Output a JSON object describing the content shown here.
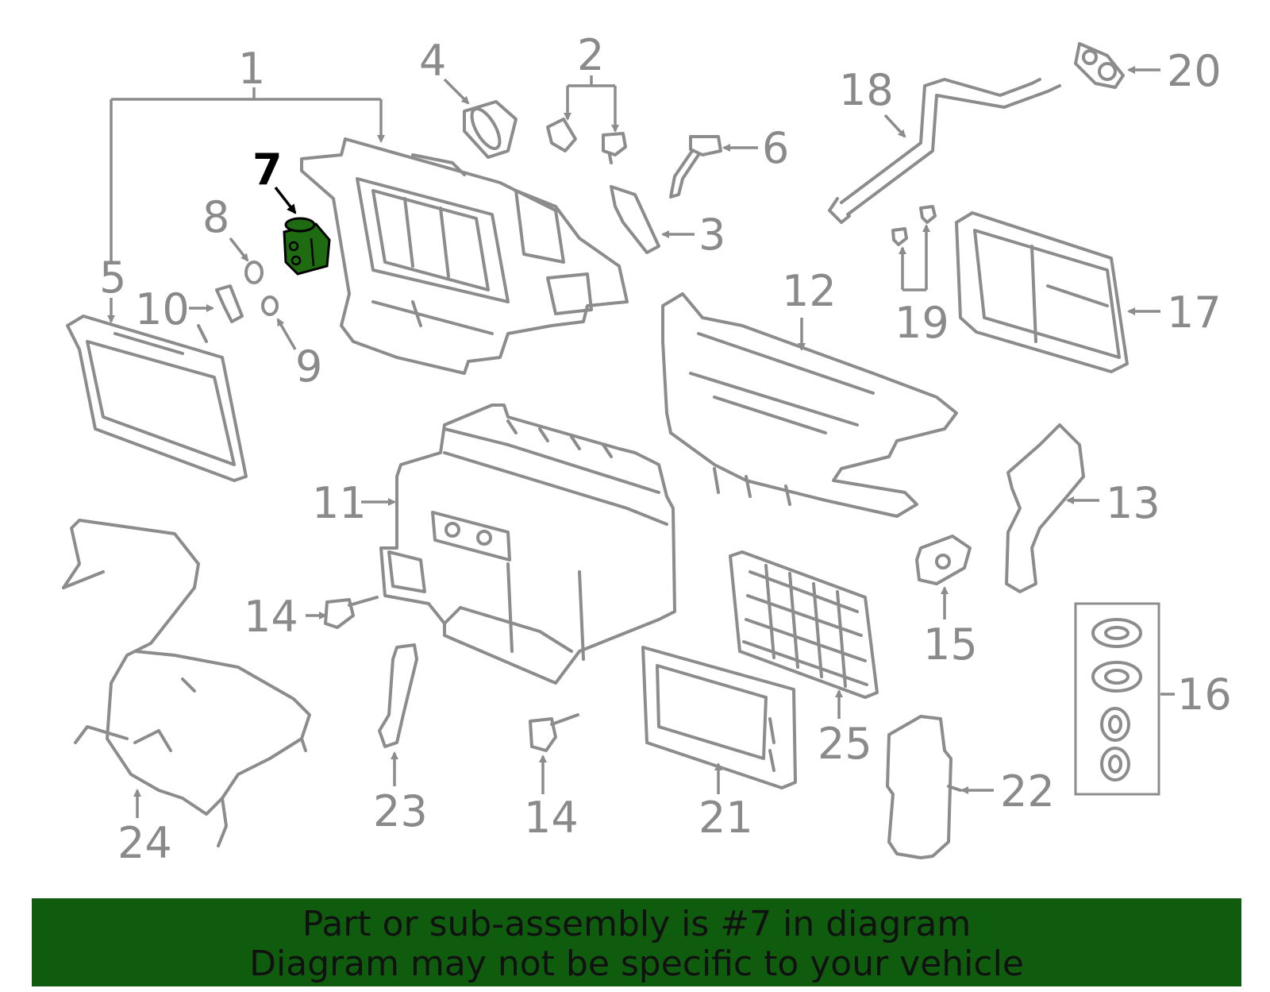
{
  "diagram": {
    "highlight_color": "#1e6b12",
    "callouts": [
      {
        "id": "c1",
        "label": "1"
      },
      {
        "id": "c2",
        "label": "2"
      },
      {
        "id": "c3",
        "label": "3"
      },
      {
        "id": "c4",
        "label": "4"
      },
      {
        "id": "c5",
        "label": "5"
      },
      {
        "id": "c6",
        "label": "6"
      },
      {
        "id": "c7",
        "label": "7",
        "highlighted": true
      },
      {
        "id": "c8",
        "label": "8"
      },
      {
        "id": "c9",
        "label": "9"
      },
      {
        "id": "c10",
        "label": "10"
      },
      {
        "id": "c11",
        "label": "11"
      },
      {
        "id": "c12",
        "label": "12"
      },
      {
        "id": "c13",
        "label": "13"
      },
      {
        "id": "c14a",
        "label": "14"
      },
      {
        "id": "c14b",
        "label": "14"
      },
      {
        "id": "c15",
        "label": "15"
      },
      {
        "id": "c16",
        "label": "16"
      },
      {
        "id": "c17",
        "label": "17"
      },
      {
        "id": "c18",
        "label": "18"
      },
      {
        "id": "c19",
        "label": "19"
      },
      {
        "id": "c20",
        "label": "20"
      },
      {
        "id": "c21",
        "label": "21"
      },
      {
        "id": "c22",
        "label": "22"
      },
      {
        "id": "c23",
        "label": "23"
      },
      {
        "id": "c24",
        "label": "24"
      },
      {
        "id": "c25",
        "label": "25"
      }
    ]
  },
  "banner": {
    "line1": "Part or sub-assembly is #7 in diagram",
    "line2": "Diagram may not be specific to your vehicle",
    "background": "#0f5c0f"
  }
}
